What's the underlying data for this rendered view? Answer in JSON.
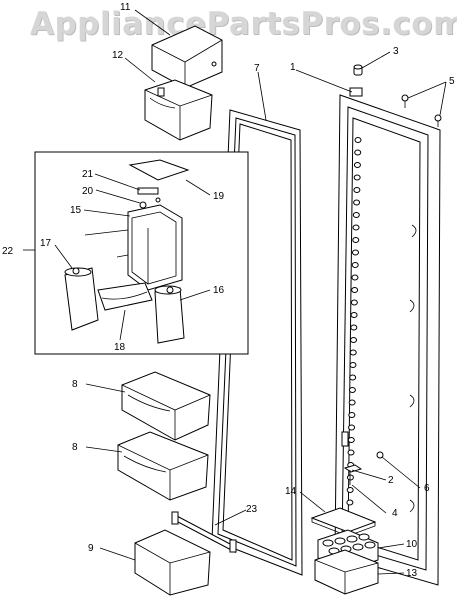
{
  "watermark": "AppliancePartsPros.com",
  "callouts": [
    {
      "id": "1",
      "label": "1"
    },
    {
      "id": "2",
      "label": "2"
    },
    {
      "id": "3",
      "label": "3"
    },
    {
      "id": "4",
      "label": "4"
    },
    {
      "id": "5",
      "label": "5"
    },
    {
      "id": "6",
      "label": "6"
    },
    {
      "id": "7",
      "label": "7"
    },
    {
      "id": "8a",
      "label": "8"
    },
    {
      "id": "8b",
      "label": "8"
    },
    {
      "id": "9",
      "label": "9"
    },
    {
      "id": "10",
      "label": "10"
    },
    {
      "id": "11",
      "label": "11"
    },
    {
      "id": "12",
      "label": "12"
    },
    {
      "id": "13",
      "label": "13"
    },
    {
      "id": "14",
      "label": "14"
    },
    {
      "id": "15",
      "label": "15"
    },
    {
      "id": "16",
      "label": "16"
    },
    {
      "id": "17",
      "label": "17"
    },
    {
      "id": "18",
      "label": "18"
    },
    {
      "id": "19",
      "label": "19"
    },
    {
      "id": "20",
      "label": "20"
    },
    {
      "id": "21",
      "label": "21"
    },
    {
      "id": "22",
      "label": "22"
    },
    {
      "id": "23",
      "label": "23"
    }
  ]
}
